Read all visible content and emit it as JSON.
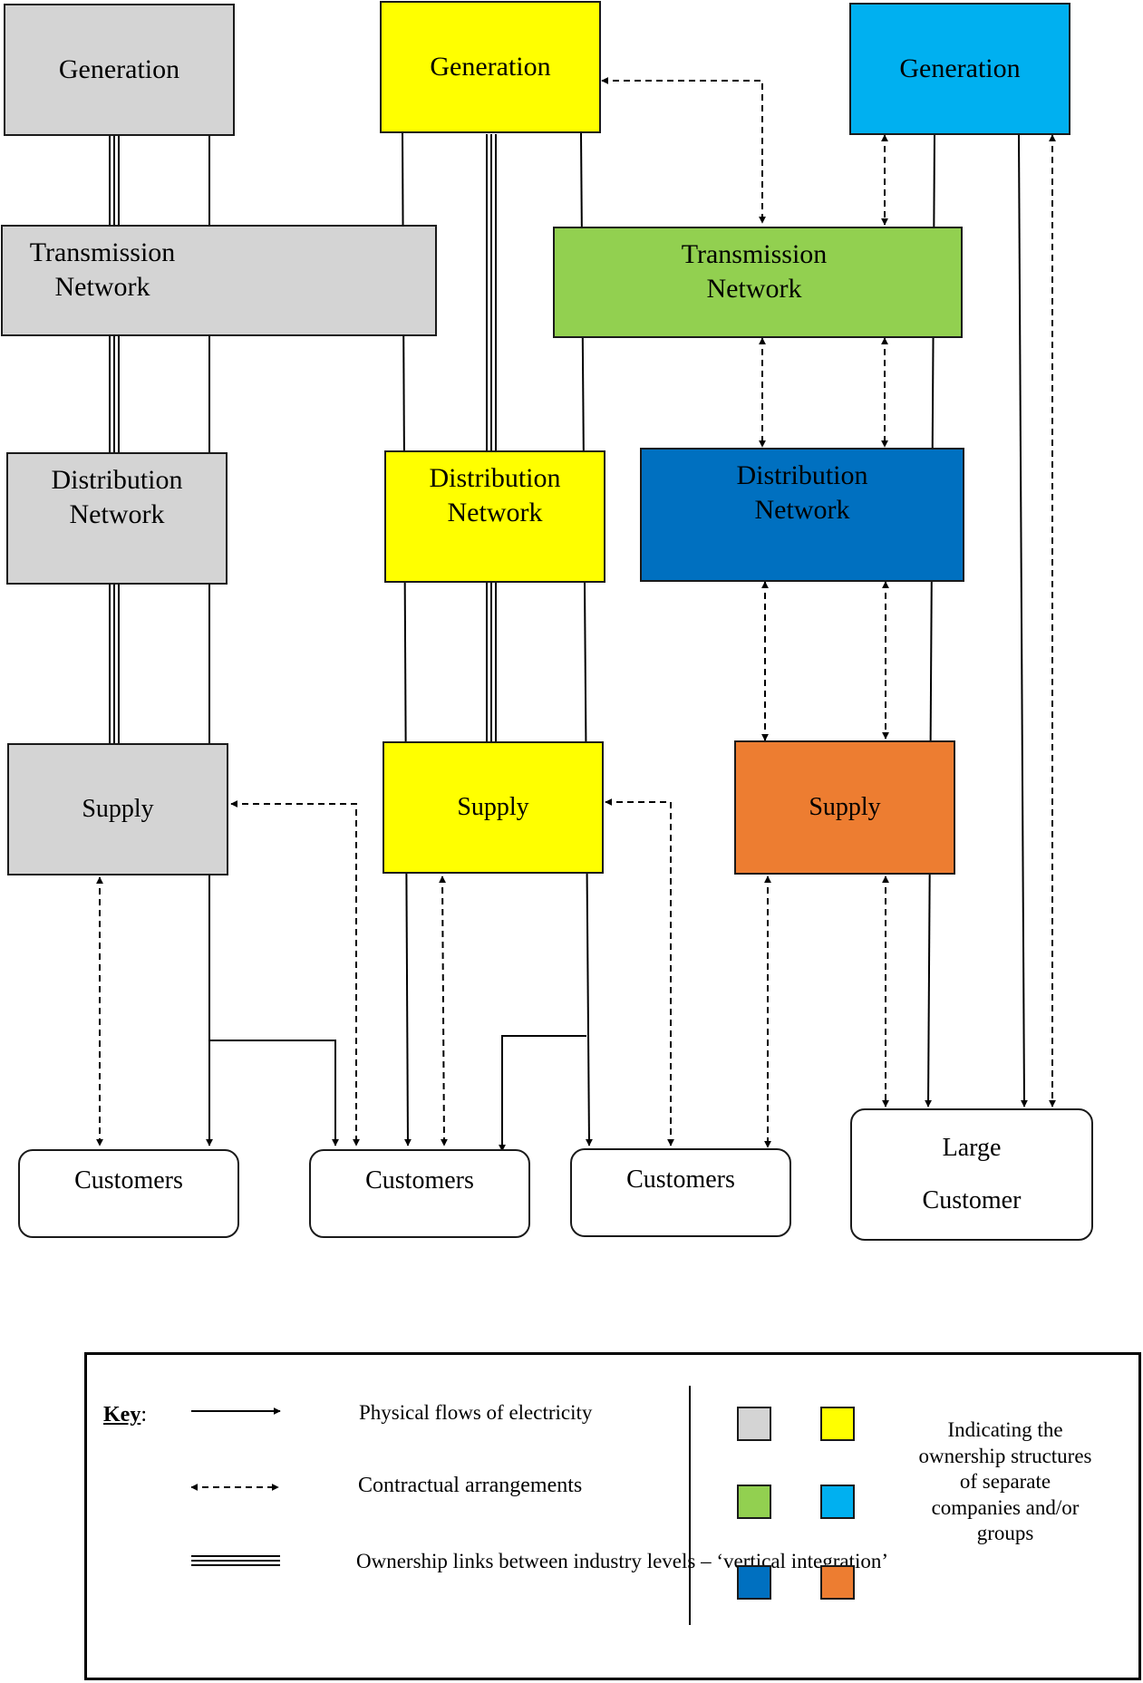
{
  "columns": [
    {
      "id": "grey",
      "generation": "Generation",
      "transmission": [
        "Transmission",
        "Network"
      ],
      "distribution": [
        "Distribution",
        "Network"
      ],
      "supply": "Supply",
      "customers": "Customers"
    },
    {
      "id": "yellow",
      "generation": "Generation",
      "distribution": [
        "Distribution",
        "Network"
      ],
      "supply": "Supply",
      "customers": "Customers"
    },
    {
      "id": "independent",
      "generation": "Generation",
      "transmission": [
        "Transmission",
        "Network"
      ],
      "distribution": [
        "Distribution",
        "Network"
      ],
      "supply": "Supply",
      "customers": "Customers"
    }
  ],
  "large_customer": [
    "Large",
    "Customer"
  ],
  "colors": {
    "grey": "#d4d4d4",
    "yellow": "#ffff00",
    "green": "#92d050",
    "light_blue": "#00b0f0",
    "dark_blue": "#0070c0",
    "orange": "#ed7d31"
  },
  "key": {
    "title": "Key",
    "title_suffix": ":",
    "physical": "Physical flows of electricity",
    "contractual": "Contractual arrangements",
    "ownership": [
      "Ownership links between industry",
      "levels – ‘vertical integration’"
    ],
    "ownership_note": [
      "Indicating the",
      "ownership",
      "structures of",
      "separate",
      "companies and/or",
      "groups"
    ]
  }
}
